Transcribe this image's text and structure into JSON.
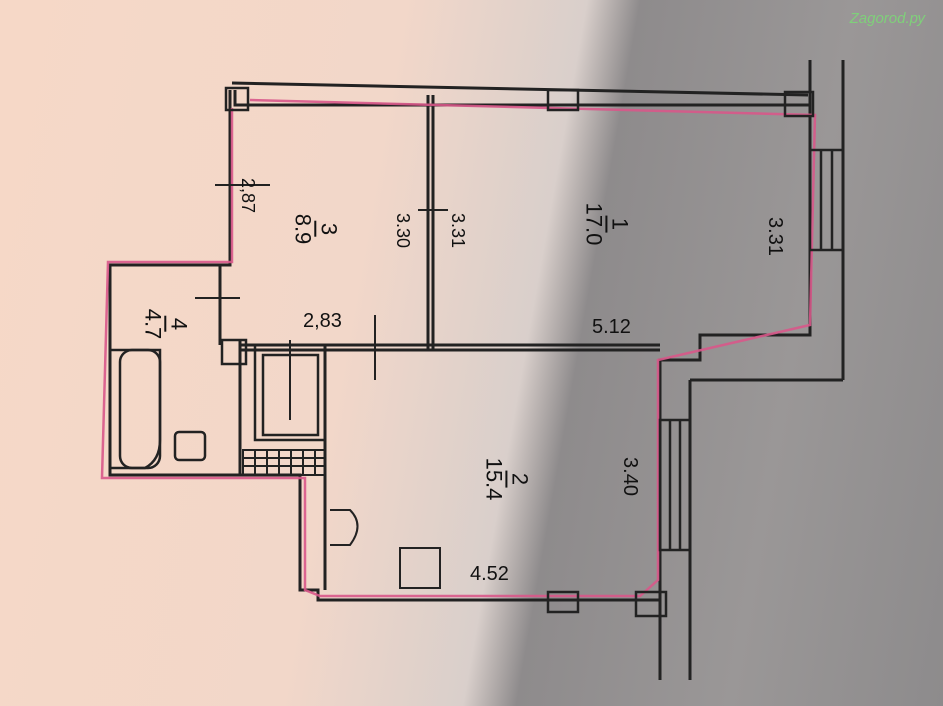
{
  "watermark": "Zagorod.ру",
  "rooms": [
    {
      "number": "1",
      "area": "17.0"
    },
    {
      "number": "2",
      "area": "15.4"
    },
    {
      "number": "3",
      "area": "8.9"
    },
    {
      "number": "4",
      "area": "4.7"
    }
  ],
  "dimensions": {
    "d_331_right": "3.31",
    "d_512": "5.12",
    "d_340": "3.40",
    "d_452": "4.52",
    "d_330": "3.30",
    "d_331_mid": "3.31",
    "d_283": "2,83",
    "d_287": "2,87"
  },
  "colors": {
    "wall": "#222222",
    "outline": "#d8588a",
    "watermark": "#7fd07a"
  }
}
